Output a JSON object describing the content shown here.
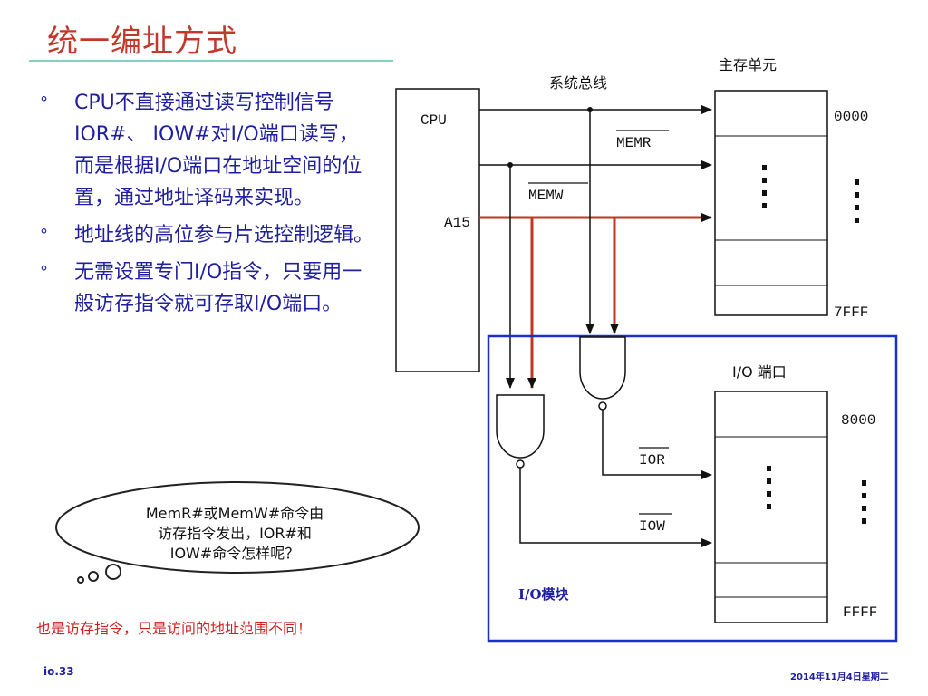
{
  "title": "统一编址方式",
  "bullets": [
    "CPU不直接通过读写控制信号IOR#、 IOW#对I/O端口读写，而是根据I/O端口在地址空间的位置，通过地址译码来实现。",
    "地址线的高位参与片选控制逻辑。",
    "无需设置专门I/O指令，只要用一般访存指令就可存取I/O端口。"
  ],
  "bullet_marker": "°",
  "thought_bubble": {
    "line1": "MemR#或MemW#命令由",
    "line2": "访存指令发出，IOR#和",
    "line3": "IOW#命令怎样呢？"
  },
  "answer": "也是访存指令，只是访问的地址范围不同！",
  "footer": {
    "slide_id": "io.33",
    "date": "2014年11月4日星期二"
  },
  "diagram": {
    "system_bus": "系统总线",
    "main_memory": "主存单元",
    "cpu": "CPU",
    "memr": "MEMR",
    "memw": "MEMW",
    "a15": "A15",
    "addr_start": "0000",
    "addr_end_mem": "7FFF",
    "io_port": "I/O 端口",
    "io_addr_start": "8000",
    "io_addr_end": "FFFF",
    "ior": "IOR",
    "iow": "IOW",
    "io_module": "I/O模块",
    "dots": "⋮"
  },
  "colors": {
    "title": "#c0392b",
    "text": "#1f1fa0",
    "address_line": "#c0391f",
    "module_border": "#1a2fc8",
    "rule": "#7fd3c4"
  }
}
